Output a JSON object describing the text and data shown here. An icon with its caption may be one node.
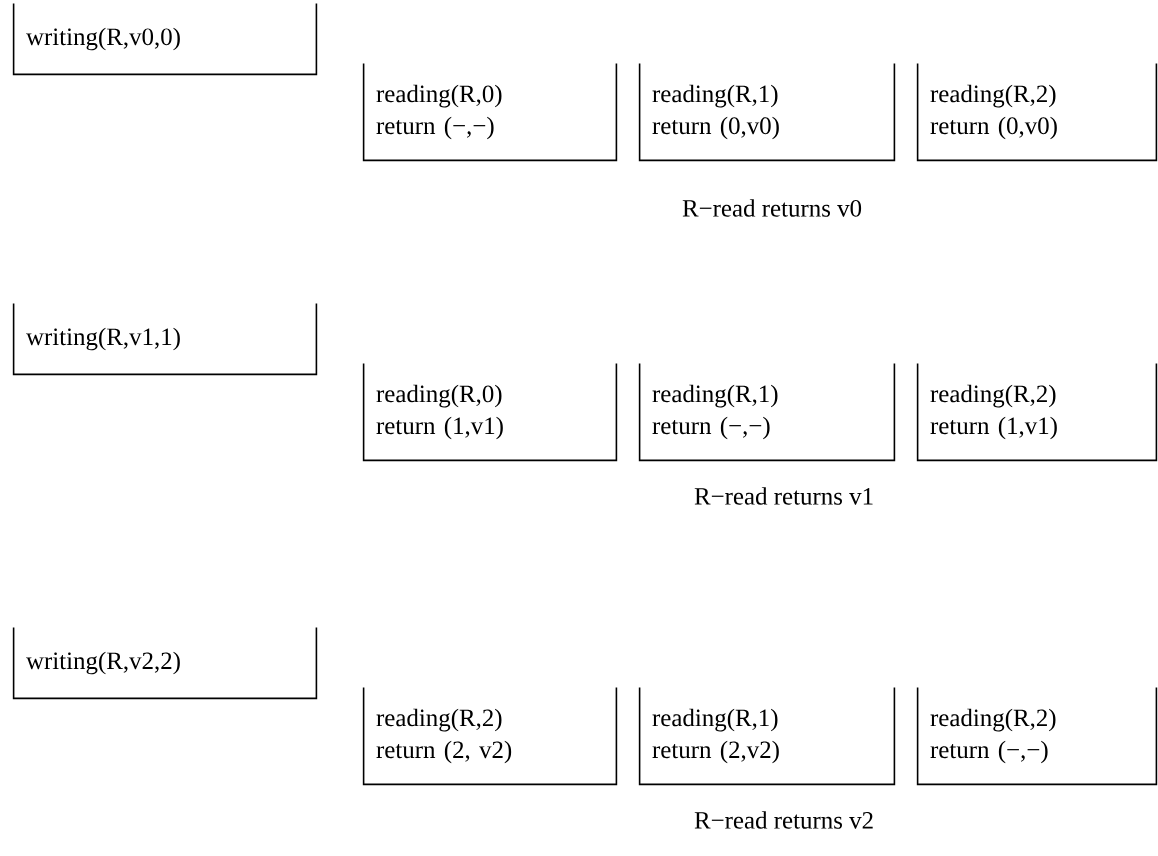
{
  "diagram": {
    "nodes": [
      {
        "text": [
          "writing(R,v0,0)"
        ]
      },
      {
        "text": [
          "reading(R,0)",
          "return (−,−)"
        ]
      },
      {
        "text": [
          "reading(R,1)",
          "return (0,v0)"
        ]
      },
      {
        "text": [
          "reading(R,2)",
          "return (0,v0)"
        ]
      },
      {
        "text": [
          "writing(R,v1,1)"
        ]
      },
      {
        "text": [
          "reading(R,0)",
          "return (1,v1)"
        ]
      },
      {
        "text": [
          "reading(R,1)",
          "return (−,−)"
        ]
      },
      {
        "text": [
          "reading(R,2)",
          "return (1,v1)"
        ]
      },
      {
        "text": [
          "writing(R,v2,2)"
        ]
      },
      {
        "text": [
          "reading(R,2)",
          "return (2, v2)"
        ]
      },
      {
        "text": [
          "reading(R,1)",
          "return (2,v2)"
        ]
      },
      {
        "text": [
          "reading(R,2)",
          "return (−,−)"
        ]
      }
    ],
    "labels": [
      "R−read returns v0",
      "R−read returns v1",
      "R−read returns v2"
    ]
  }
}
